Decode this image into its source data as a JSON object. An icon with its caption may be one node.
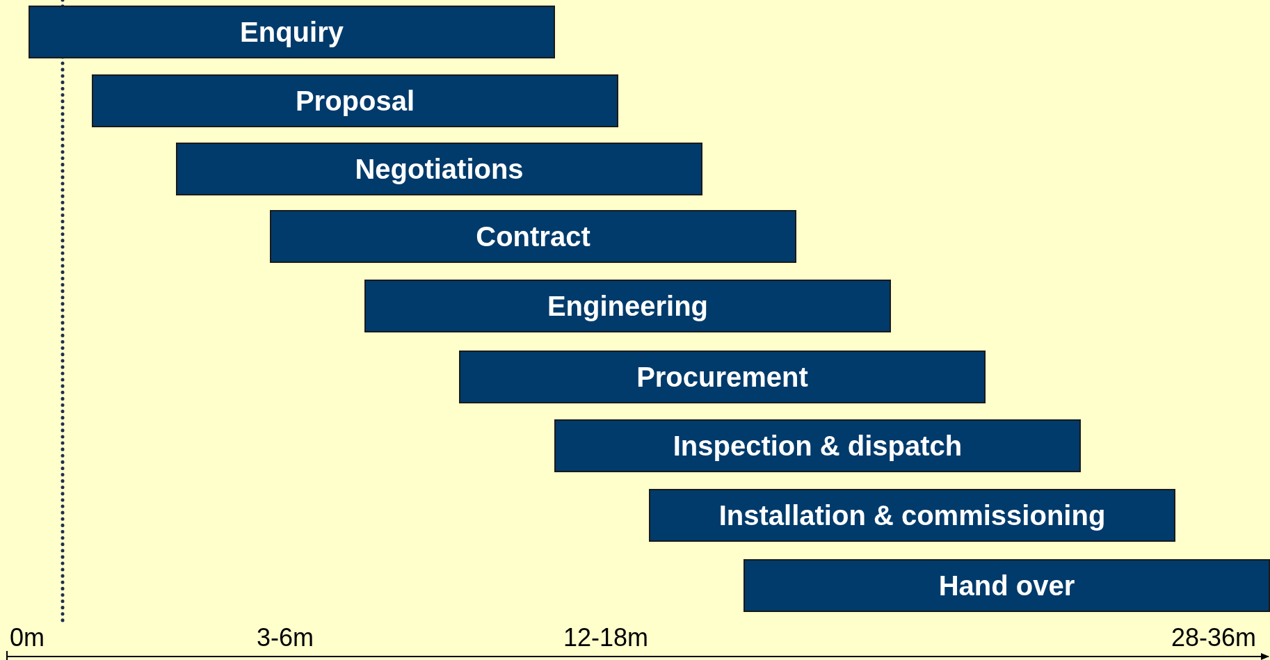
{
  "diagram": {
    "nodes": [
      {
        "text": [
          "Enquiry"
        ]
      },
      {
        "text": [
          "Proposal"
        ]
      },
      {
        "text": [
          "Negotiations"
        ]
      },
      {
        "text": [
          "Contract"
        ]
      },
      {
        "text": [
          "Engineering"
        ]
      },
      {
        "text": [
          "Procurement"
        ]
      },
      {
        "text": [
          "Inspection & dispatch"
        ]
      },
      {
        "text": [
          "Installation & commissioning"
        ]
      },
      {
        "text": [
          "Hand over"
        ]
      }
    ],
    "labels": [
      "0m",
      "3-6m",
      "12-18m",
      "28-36m"
    ]
  }
}
